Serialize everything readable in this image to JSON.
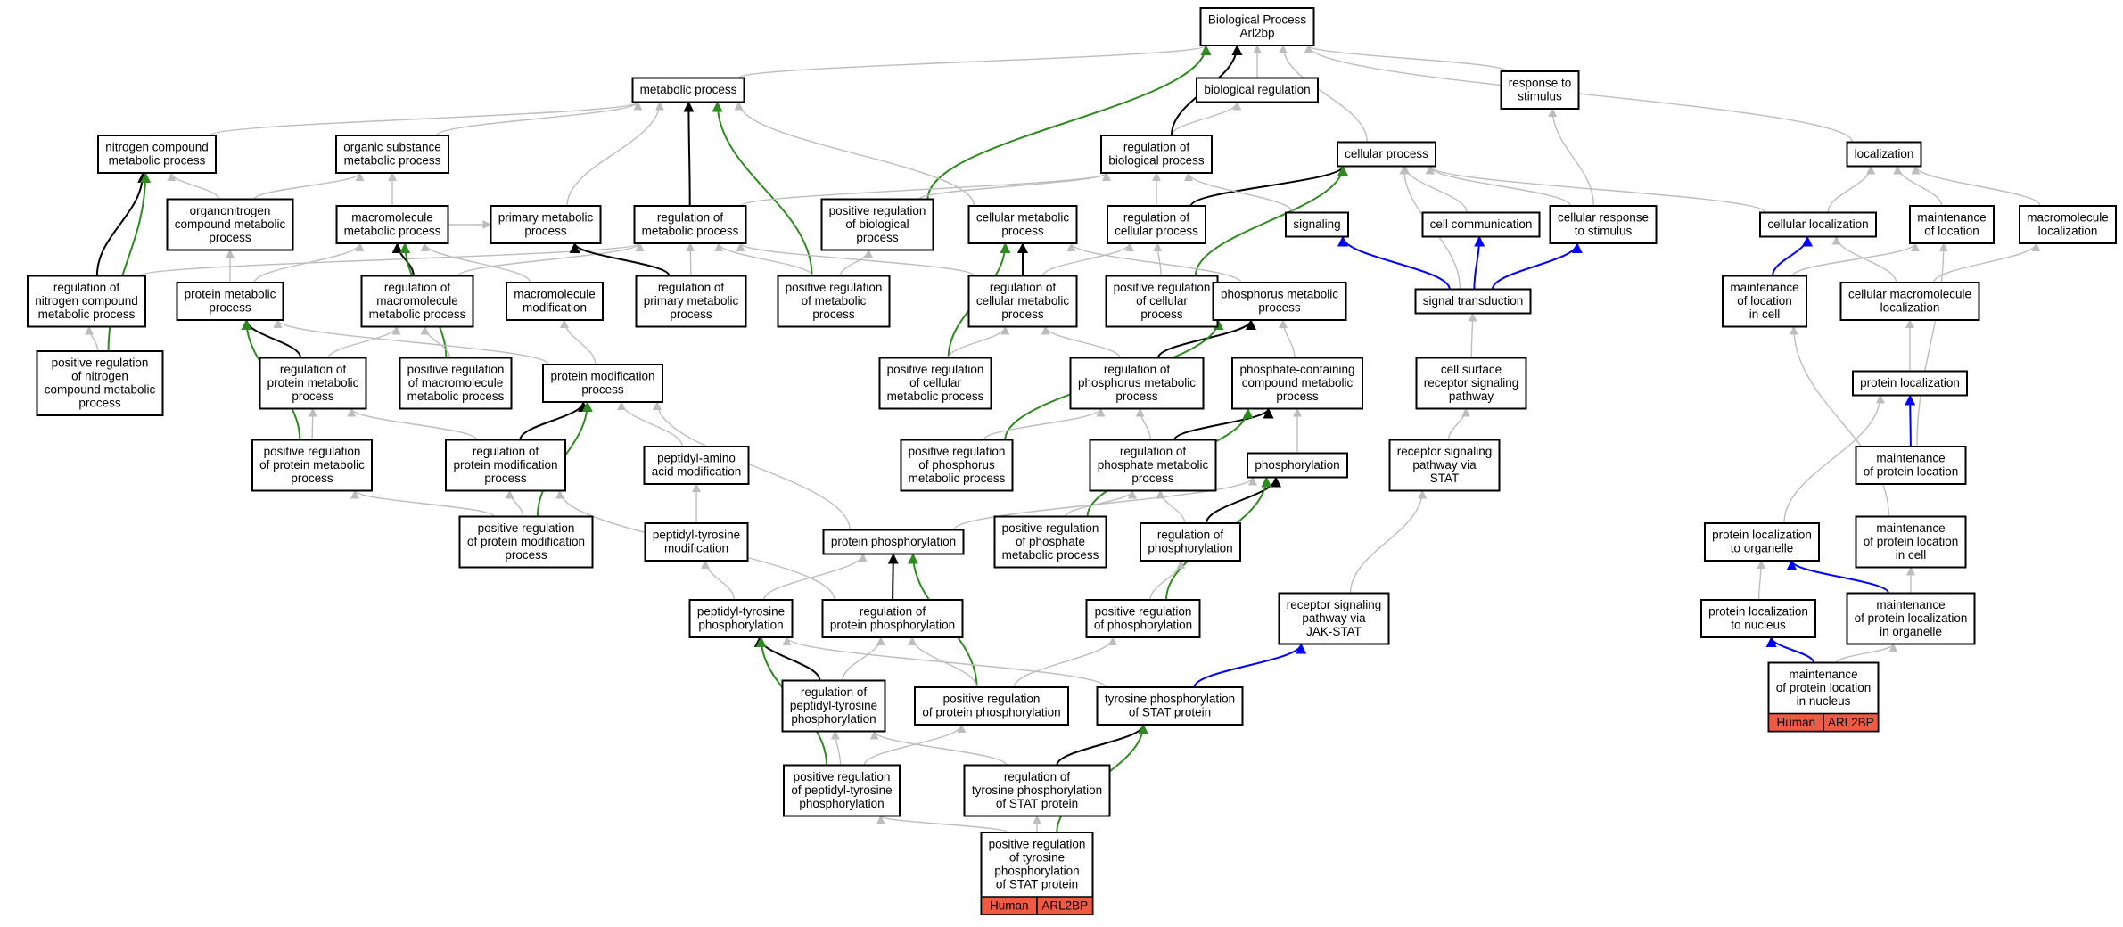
{
  "colors": {
    "is_a": "#bdbdbd",
    "part_of": "#000000",
    "positively_regulates": "#2e8b1f",
    "regulates": "#0000ff",
    "gene_badge": "#ef5b42"
  },
  "nodes": [
    {
      "id": "bp",
      "lines": [
        "Biological Process",
        "Arl2bp"
      ]
    },
    {
      "id": "metabolic",
      "lines": [
        "metabolic process"
      ]
    },
    {
      "id": "bioreg",
      "lines": [
        "biological regulation"
      ]
    },
    {
      "id": "resp_stim",
      "lines": [
        "response to",
        "stimulus"
      ]
    },
    {
      "id": "nitrogen",
      "lines": [
        "nitrogen compound",
        "metabolic process"
      ]
    },
    {
      "id": "organic",
      "lines": [
        "organic substance",
        "metabolic process"
      ]
    },
    {
      "id": "reg_bio",
      "lines": [
        "regulation of",
        "biological process"
      ]
    },
    {
      "id": "cellular",
      "lines": [
        "cellular process"
      ]
    },
    {
      "id": "localization",
      "lines": [
        "localization"
      ]
    },
    {
      "id": "organonitrogen",
      "lines": [
        "organonitrogen",
        "compound metabolic",
        "process"
      ]
    },
    {
      "id": "macromolecule",
      "lines": [
        "macromolecule",
        "metabolic process"
      ]
    },
    {
      "id": "primary",
      "lines": [
        "primary metabolic",
        "process"
      ]
    },
    {
      "id": "reg_metab",
      "lines": [
        "regulation of",
        "metabolic process"
      ]
    },
    {
      "id": "pos_reg_bio",
      "lines": [
        "positive regulation",
        "of biological",
        "process"
      ]
    },
    {
      "id": "cell_metab",
      "lines": [
        "cellular metabolic",
        "process"
      ]
    },
    {
      "id": "reg_cell_proc",
      "lines": [
        "regulation of",
        "cellular process"
      ]
    },
    {
      "id": "signaling",
      "lines": [
        "signaling"
      ]
    },
    {
      "id": "cell_comm",
      "lines": [
        "cell communication"
      ]
    },
    {
      "id": "cell_resp",
      "lines": [
        "cellular response",
        "to stimulus"
      ]
    },
    {
      "id": "cell_loc",
      "lines": [
        "cellular localization"
      ]
    },
    {
      "id": "maint_loc",
      "lines": [
        "maintenance",
        "of location"
      ]
    },
    {
      "id": "macro_loc",
      "lines": [
        "macromolecule",
        "localization"
      ]
    },
    {
      "id": "reg_nitrogen",
      "lines": [
        "regulation of",
        "nitrogen compound",
        "metabolic process"
      ]
    },
    {
      "id": "protein_metab",
      "lines": [
        "protein metabolic",
        "process"
      ]
    },
    {
      "id": "reg_macro",
      "lines": [
        "regulation of",
        "macromolecule",
        "metabolic process"
      ]
    },
    {
      "id": "macro_mod",
      "lines": [
        "macromolecule",
        "modification"
      ]
    },
    {
      "id": "reg_primary",
      "lines": [
        "regulation of",
        "primary metabolic",
        "process"
      ]
    },
    {
      "id": "pos_reg_metab",
      "lines": [
        "positive regulation",
        "of metabolic",
        "process"
      ]
    },
    {
      "id": "reg_cell_metab",
      "lines": [
        "regulation of",
        "cellular metabolic",
        "process"
      ]
    },
    {
      "id": "pos_reg_cell_proc",
      "lines": [
        "positive regulation",
        "of cellular",
        "process"
      ]
    },
    {
      "id": "phos_metab",
      "lines": [
        "phosphorus metabolic",
        "process"
      ]
    },
    {
      "id": "sig_trans",
      "lines": [
        "signal transduction"
      ]
    },
    {
      "id": "maint_loc_cell",
      "lines": [
        "maintenance",
        "of location",
        "in cell"
      ]
    },
    {
      "id": "cell_macro_loc",
      "lines": [
        "cellular macromolecule",
        "localization"
      ]
    },
    {
      "id": "pos_reg_nitrogen",
      "lines": [
        "positive regulation",
        "of nitrogen",
        "compound metabolic",
        "process"
      ]
    },
    {
      "id": "reg_prot_metab",
      "lines": [
        "regulation of",
        "protein metabolic",
        "process"
      ]
    },
    {
      "id": "pos_reg_macro",
      "lines": [
        "positive regulation",
        "of macromolecule",
        "metabolic process"
      ]
    },
    {
      "id": "prot_mod",
      "lines": [
        "protein modification",
        "process"
      ]
    },
    {
      "id": "pos_reg_cell_metab",
      "lines": [
        "positive regulation",
        "of cellular",
        "metabolic process"
      ]
    },
    {
      "id": "reg_phos_metab",
      "lines": [
        "regulation of",
        "phosphorus metabolic",
        "process"
      ]
    },
    {
      "id": "phosphate_metab",
      "lines": [
        "phosphate-containing",
        "compound metabolic",
        "process"
      ]
    },
    {
      "id": "surface_rec",
      "lines": [
        "cell surface",
        "receptor signaling",
        "pathway"
      ]
    },
    {
      "id": "prot_loc",
      "lines": [
        "protein localization"
      ]
    },
    {
      "id": "pos_reg_prot_metab",
      "lines": [
        "positive regulation",
        "of protein metabolic",
        "process"
      ]
    },
    {
      "id": "reg_prot_mod",
      "lines": [
        "regulation of",
        "protein modification",
        "process"
      ]
    },
    {
      "id": "peptidyl_amino",
      "lines": [
        "peptidyl-amino",
        "acid modification"
      ]
    },
    {
      "id": "pos_reg_phos_metab",
      "lines": [
        "positive regulation",
        "of phosphorus",
        "metabolic process"
      ]
    },
    {
      "id": "reg_phosphate_metab",
      "lines": [
        "regulation of",
        "phosphate metabolic",
        "process"
      ]
    },
    {
      "id": "phosphorylation",
      "lines": [
        "phosphorylation"
      ]
    },
    {
      "id": "rec_stat",
      "lines": [
        "receptor signaling",
        "pathway via",
        "STAT"
      ]
    },
    {
      "id": "maint_prot_loc",
      "lines": [
        "maintenance",
        "of protein location"
      ]
    },
    {
      "id": "pos_reg_prot_mod",
      "lines": [
        "positive regulation",
        "of protein modification",
        "process"
      ]
    },
    {
      "id": "peptidyl_tyr_mod",
      "lines": [
        "peptidyl-tyrosine",
        "modification"
      ]
    },
    {
      "id": "prot_phos",
      "lines": [
        "protein phosphorylation"
      ]
    },
    {
      "id": "pos_reg_phosphate",
      "lines": [
        "positive regulation",
        "of phosphate",
        "metabolic process"
      ]
    },
    {
      "id": "reg_phos",
      "lines": [
        "regulation of",
        "phosphorylation"
      ]
    },
    {
      "id": "prot_loc_org",
      "lines": [
        "protein localization",
        "to organelle"
      ]
    },
    {
      "id": "maint_prot_loc_cell",
      "lines": [
        "maintenance",
        "of protein location",
        "in cell"
      ]
    },
    {
      "id": "pep_tyr_phos",
      "lines": [
        "peptidyl-tyrosine",
        "phosphorylation"
      ]
    },
    {
      "id": "reg_prot_phos",
      "lines": [
        "regulation of",
        "protein phosphorylation"
      ]
    },
    {
      "id": "pos_reg_phos",
      "lines": [
        "positive regulation",
        "of phosphorylation"
      ]
    },
    {
      "id": "jak_stat",
      "lines": [
        "receptor signaling",
        "pathway via",
        "JAK-STAT"
      ]
    },
    {
      "id": "prot_loc_nuc",
      "lines": [
        "protein localization",
        "to nucleus"
      ]
    },
    {
      "id": "maint_prot_loc_org",
      "lines": [
        "maintenance",
        "of protein localization",
        "in organelle"
      ]
    },
    {
      "id": "reg_pep_tyr",
      "lines": [
        "regulation of",
        "peptidyl-tyrosine",
        "phosphorylation"
      ]
    },
    {
      "id": "pos_reg_prot_phos",
      "lines": [
        "positive regulation",
        "of protein phosphorylation"
      ]
    },
    {
      "id": "tyr_stat",
      "lines": [
        "tyrosine phosphorylation",
        "of STAT protein"
      ]
    },
    {
      "id": "maint_prot_loc_nuc",
      "lines": [
        "maintenance",
        "of protein location",
        "in nucleus"
      ],
      "genes": [
        "Human",
        "ARL2BP"
      ]
    },
    {
      "id": "pos_reg_pep_tyr",
      "lines": [
        "positive regulation",
        "of peptidyl-tyrosine",
        "phosphorylation"
      ]
    },
    {
      "id": "reg_tyr_stat",
      "lines": [
        "regulation of",
        "tyrosine phosphorylation",
        "of STAT protein"
      ]
    },
    {
      "id": "pos_reg_tyr_stat",
      "lines": [
        "positive regulation",
        "of tyrosine",
        "phosphorylation",
        "of STAT protein"
      ],
      "genes": [
        "Human",
        "ARL2BP"
      ]
    }
  ],
  "edges": [
    [
      "metabolic",
      "bp",
      "is_a"
    ],
    [
      "bioreg",
      "bp",
      "is_a"
    ],
    [
      "resp_stim",
      "bp",
      "is_a"
    ],
    [
      "cellular",
      "bp",
      "is_a"
    ],
    [
      "localization",
      "bp",
      "is_a"
    ],
    [
      "reg_bio",
      "bioreg",
      "is_a"
    ],
    [
      "reg_bio",
      "bp",
      "part_of"
    ],
    [
      "pos_reg_bio",
      "bp",
      "positively_regulates"
    ],
    [
      "pos_reg_bio",
      "reg_bio",
      "is_a"
    ],
    [
      "nitrogen",
      "metabolic",
      "is_a"
    ],
    [
      "organic",
      "metabolic",
      "is_a"
    ],
    [
      "primary",
      "metabolic",
      "is_a"
    ],
    [
      "cell_metab",
      "metabolic",
      "is_a"
    ],
    [
      "reg_metab",
      "metabolic",
      "part_of"
    ],
    [
      "pos_reg_metab",
      "metabolic",
      "positively_regulates"
    ],
    [
      "reg_metab",
      "reg_bio",
      "is_a"
    ],
    [
      "organonitrogen",
      "nitrogen",
      "is_a"
    ],
    [
      "organonitrogen",
      "organic",
      "is_a"
    ],
    [
      "macromolecule",
      "organic",
      "is_a"
    ],
    [
      "macromolecule",
      "primary",
      "is_a"
    ],
    [
      "reg_nitrogen",
      "nitrogen",
      "part_of"
    ],
    [
      "reg_nitrogen",
      "reg_metab",
      "is_a"
    ],
    [
      "pos_reg_nitrogen",
      "nitrogen",
      "positively_regulates"
    ],
    [
      "pos_reg_nitrogen",
      "reg_nitrogen",
      "is_a"
    ],
    [
      "reg_cell_proc",
      "reg_bio",
      "is_a"
    ],
    [
      "reg_cell_proc",
      "cellular",
      "part_of"
    ],
    [
      "pos_reg_cell_proc",
      "cellular",
      "positively_regulates"
    ],
    [
      "pos_reg_cell_proc",
      "reg_cell_proc",
      "is_a"
    ],
    [
      "signaling",
      "reg_bio",
      "is_a"
    ],
    [
      "cell_comm",
      "cellular",
      "is_a"
    ],
    [
      "cell_resp",
      "cellular",
      "is_a"
    ],
    [
      "cell_resp",
      "resp_stim",
      "is_a"
    ],
    [
      "cell_loc",
      "cellular",
      "is_a"
    ],
    [
      "cell_loc",
      "localization",
      "is_a"
    ],
    [
      "maint_loc",
      "localization",
      "is_a"
    ],
    [
      "macro_loc",
      "localization",
      "is_a"
    ],
    [
      "protein_metab",
      "organonitrogen",
      "is_a"
    ],
    [
      "protein_metab",
      "macromolecule",
      "is_a"
    ],
    [
      "reg_macro",
      "macromolecule",
      "part_of"
    ],
    [
      "reg_macro",
      "reg_metab",
      "is_a"
    ],
    [
      "macro_mod",
      "macromolecule",
      "is_a"
    ],
    [
      "reg_primary",
      "primary",
      "part_of"
    ],
    [
      "reg_primary",
      "reg_metab",
      "is_a"
    ],
    [
      "pos_reg_metab",
      "reg_metab",
      "is_a"
    ],
    [
      "pos_reg_metab",
      "pos_reg_bio",
      "is_a"
    ],
    [
      "reg_cell_metab",
      "cell_metab",
      "part_of"
    ],
    [
      "reg_cell_metab",
      "reg_metab",
      "is_a"
    ],
    [
      "reg_cell_metab",
      "reg_cell_proc",
      "is_a"
    ],
    [
      "phos_metab",
      "cell_metab",
      "is_a"
    ],
    [
      "sig_trans",
      "signaling",
      "regulates"
    ],
    [
      "sig_trans",
      "cell_comm",
      "regulates"
    ],
    [
      "sig_trans",
      "cell_resp",
      "regulates"
    ],
    [
      "sig_trans",
      "cellular",
      "is_a"
    ],
    [
      "maint_loc_cell",
      "cell_loc",
      "regulates"
    ],
    [
      "maint_loc_cell",
      "maint_loc",
      "is_a"
    ],
    [
      "cell_macro_loc",
      "cell_loc",
      "is_a"
    ],
    [
      "cell_macro_loc",
      "macro_loc",
      "is_a"
    ],
    [
      "reg_prot_metab",
      "protein_metab",
      "part_of"
    ],
    [
      "reg_prot_metab",
      "reg_macro",
      "is_a"
    ],
    [
      "pos_reg_macro",
      "macromolecule",
      "positively_regulates"
    ],
    [
      "pos_reg_macro",
      "reg_macro",
      "is_a"
    ],
    [
      "prot_mod",
      "macro_mod",
      "is_a"
    ],
    [
      "prot_mod",
      "protein_metab",
      "is_a"
    ],
    [
      "pos_reg_cell_metab",
      "cell_metab",
      "positively_regulates"
    ],
    [
      "pos_reg_cell_metab",
      "reg_cell_metab",
      "is_a"
    ],
    [
      "reg_phos_metab",
      "phos_metab",
      "part_of"
    ],
    [
      "reg_phos_metab",
      "reg_cell_metab",
      "is_a"
    ],
    [
      "phosphate_metab",
      "phos_metab",
      "is_a"
    ],
    [
      "surface_rec",
      "sig_trans",
      "is_a"
    ],
    [
      "prot_loc",
      "cell_macro_loc",
      "is_a"
    ],
    [
      "pos_reg_prot_metab",
      "protein_metab",
      "positively_regulates"
    ],
    [
      "pos_reg_prot_metab",
      "reg_prot_metab",
      "is_a"
    ],
    [
      "reg_prot_mod",
      "prot_mod",
      "part_of"
    ],
    [
      "reg_prot_mod",
      "reg_prot_metab",
      "is_a"
    ],
    [
      "peptidyl_amino",
      "prot_mod",
      "is_a"
    ],
    [
      "pos_reg_phos_metab",
      "phos_metab",
      "positively_regulates"
    ],
    [
      "pos_reg_phos_metab",
      "reg_phos_metab",
      "is_a"
    ],
    [
      "reg_phosphate_metab",
      "phosphate_metab",
      "part_of"
    ],
    [
      "reg_phosphate_metab",
      "reg_phos_metab",
      "is_a"
    ],
    [
      "phosphorylation",
      "phosphate_metab",
      "is_a"
    ],
    [
      "rec_stat",
      "surface_rec",
      "is_a"
    ],
    [
      "maint_prot_loc",
      "prot_loc",
      "regulates"
    ],
    [
      "maint_prot_loc",
      "maint_loc",
      "is_a"
    ],
    [
      "pos_reg_prot_mod",
      "prot_mod",
      "positively_regulates"
    ],
    [
      "pos_reg_prot_mod",
      "reg_prot_mod",
      "is_a"
    ],
    [
      "pos_reg_prot_mod",
      "pos_reg_prot_metab",
      "is_a"
    ],
    [
      "peptidyl_tyr_mod",
      "peptidyl_amino",
      "is_a"
    ],
    [
      "prot_phos",
      "prot_mod",
      "is_a"
    ],
    [
      "prot_phos",
      "phosphorylation",
      "is_a"
    ],
    [
      "pos_reg_phosphate",
      "phosphate_metab",
      "positively_regulates"
    ],
    [
      "pos_reg_phosphate",
      "reg_phosphate_metab",
      "is_a"
    ],
    [
      "reg_phos",
      "phosphorylation",
      "part_of"
    ],
    [
      "reg_phos",
      "reg_phosphate_metab",
      "is_a"
    ],
    [
      "prot_loc_org",
      "prot_loc",
      "is_a"
    ],
    [
      "maint_prot_loc_cell",
      "maint_loc_cell",
      "is_a"
    ],
    [
      "pep_tyr_phos",
      "peptidyl_tyr_mod",
      "is_a"
    ],
    [
      "pep_tyr_phos",
      "prot_phos",
      "is_a"
    ],
    [
      "reg_prot_phos",
      "prot_phos",
      "part_of"
    ],
    [
      "reg_prot_phos",
      "reg_prot_mod",
      "is_a"
    ],
    [
      "pos_reg_phos",
      "phosphorylation",
      "positively_regulates"
    ],
    [
      "pos_reg_phos",
      "reg_phos",
      "is_a"
    ],
    [
      "jak_stat",
      "rec_stat",
      "is_a"
    ],
    [
      "prot_loc_nuc",
      "prot_loc_org",
      "is_a"
    ],
    [
      "maint_prot_loc_org",
      "prot_loc_org",
      "regulates"
    ],
    [
      "maint_prot_loc_org",
      "maint_prot_loc_cell",
      "is_a"
    ],
    [
      "reg_pep_tyr",
      "pep_tyr_phos",
      "part_of"
    ],
    [
      "reg_pep_tyr",
      "reg_prot_phos",
      "is_a"
    ],
    [
      "pos_reg_prot_phos",
      "prot_phos",
      "positively_regulates"
    ],
    [
      "pos_reg_prot_phos",
      "reg_prot_phos",
      "is_a"
    ],
    [
      "pos_reg_prot_phos",
      "pos_reg_phos",
      "is_a"
    ],
    [
      "tyr_stat",
      "pep_tyr_phos",
      "is_a"
    ],
    [
      "tyr_stat",
      "jak_stat",
      "regulates"
    ],
    [
      "maint_prot_loc_nuc",
      "prot_loc_nuc",
      "regulates"
    ],
    [
      "maint_prot_loc_nuc",
      "maint_prot_loc_org",
      "is_a"
    ],
    [
      "pos_reg_pep_tyr",
      "pep_tyr_phos",
      "positively_regulates"
    ],
    [
      "pos_reg_pep_tyr",
      "reg_pep_tyr",
      "is_a"
    ],
    [
      "pos_reg_pep_tyr",
      "pos_reg_prot_phos",
      "is_a"
    ],
    [
      "reg_tyr_stat",
      "tyr_stat",
      "part_of"
    ],
    [
      "reg_tyr_stat",
      "reg_pep_tyr",
      "is_a"
    ],
    [
      "pos_reg_tyr_stat",
      "tyr_stat",
      "positively_regulates"
    ],
    [
      "pos_reg_tyr_stat",
      "reg_tyr_stat",
      "is_a"
    ],
    [
      "pos_reg_tyr_stat",
      "pos_reg_pep_tyr",
      "is_a"
    ]
  ]
}
